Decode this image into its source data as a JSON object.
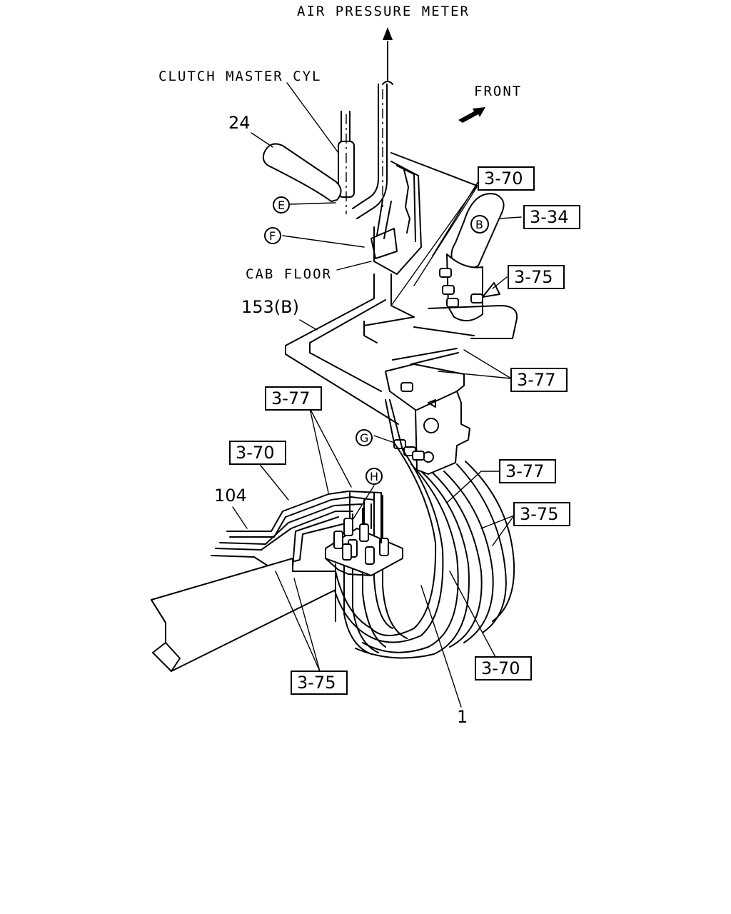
{
  "labels": {
    "air_pressure_meter": "AIR PRESSURE METER",
    "clutch_master_cyl": "CLUTCH MASTER CYL",
    "front": "FRONT",
    "cab_floor": "CAB FLOOR"
  },
  "part_numbers": {
    "p24": "24",
    "p153b": "153(B)",
    "p104": "104",
    "p1": "1"
  },
  "circle_refs": {
    "b": "B",
    "e": "E",
    "f": "F",
    "g": "G",
    "h": "H"
  },
  "ref_boxes": {
    "r370_top": "3-70",
    "r334": "3-34",
    "r375_right_top": "3-75",
    "r377_right_upper": "3-77",
    "r377_left": "3-77",
    "r370_left": "3-70",
    "r377_right_mid": "3-77",
    "r375_right_mid": "3-75",
    "r370_bottom": "3-70",
    "r375_bottom": "3-75"
  },
  "icons": {
    "up_arrow": "arrow-up-icon",
    "front_arrow": "arrow-front-icon"
  }
}
